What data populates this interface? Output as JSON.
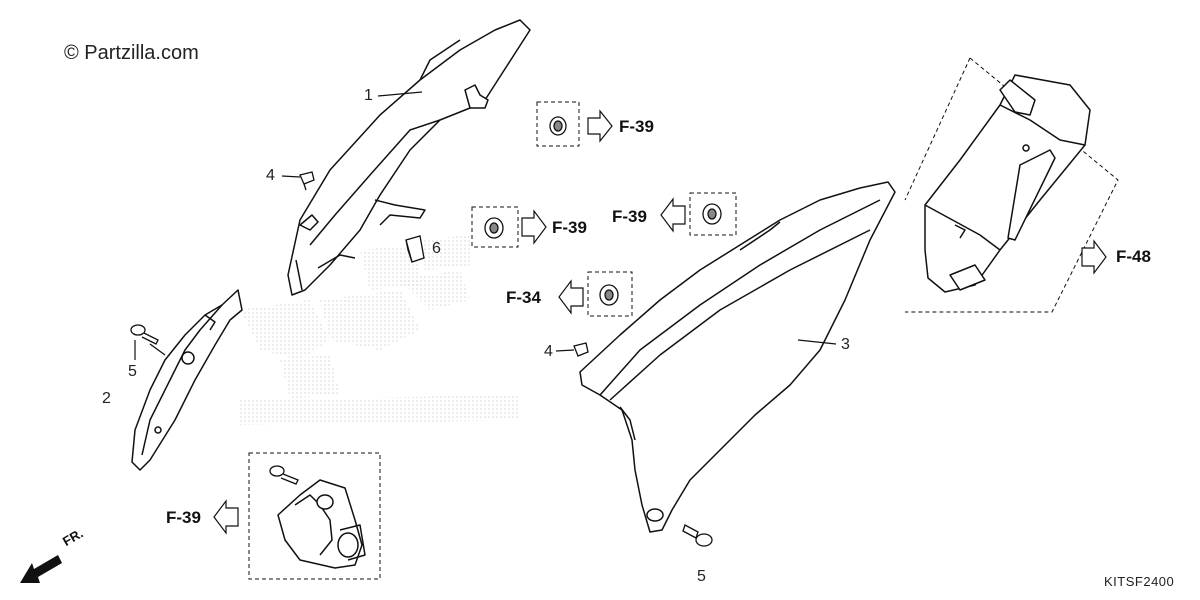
{
  "copyright": "© Partzilla.com",
  "diagram_code": "KITSF2400",
  "direction_label": "FR.",
  "callouts": [
    "1",
    "4",
    "6",
    "5",
    "2",
    "4",
    "3",
    "5"
  ],
  "references": [
    "F-39",
    "F-39",
    "F-39",
    "F-34",
    "F-48",
    "F-39"
  ],
  "colors": {
    "line": "#111111",
    "fill": "#ffffff",
    "watermark": "#d9d9d9"
  }
}
